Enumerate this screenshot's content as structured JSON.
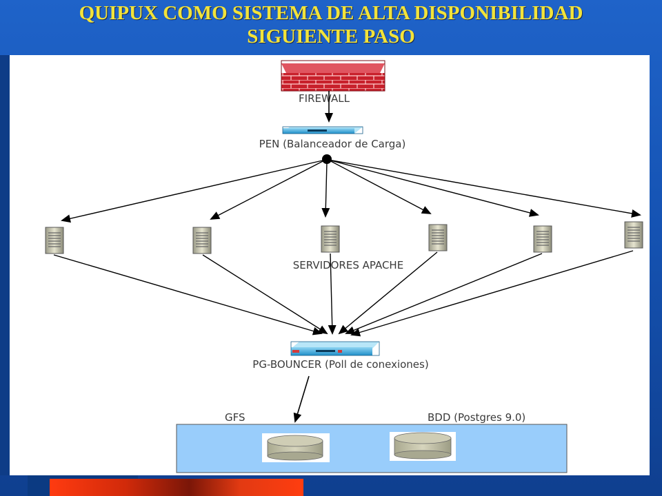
{
  "title": {
    "line1": "QUIPUX COMO SISTEMA DE ALTA DISPONIBILIDAD",
    "line2": "SIGUIENTE PASO"
  },
  "diagram": {
    "firewall_label": "FIREWALL",
    "balancer_label": "PEN (Balanceador de Carga)",
    "servers_label": "SERVIDORES APACHE",
    "pool_label": "PG-BOUNCER (Poll de conexiones)",
    "storage": {
      "gfs_label": "GFS",
      "db_label": "BDD (Postgres 9.0)"
    },
    "icons": {
      "firewall": "firewall-icon",
      "balancer": "load-balancer-icon",
      "server": "server-tower-icon",
      "pool": "connection-pool-icon",
      "disk": "disk-storage-icon"
    }
  }
}
